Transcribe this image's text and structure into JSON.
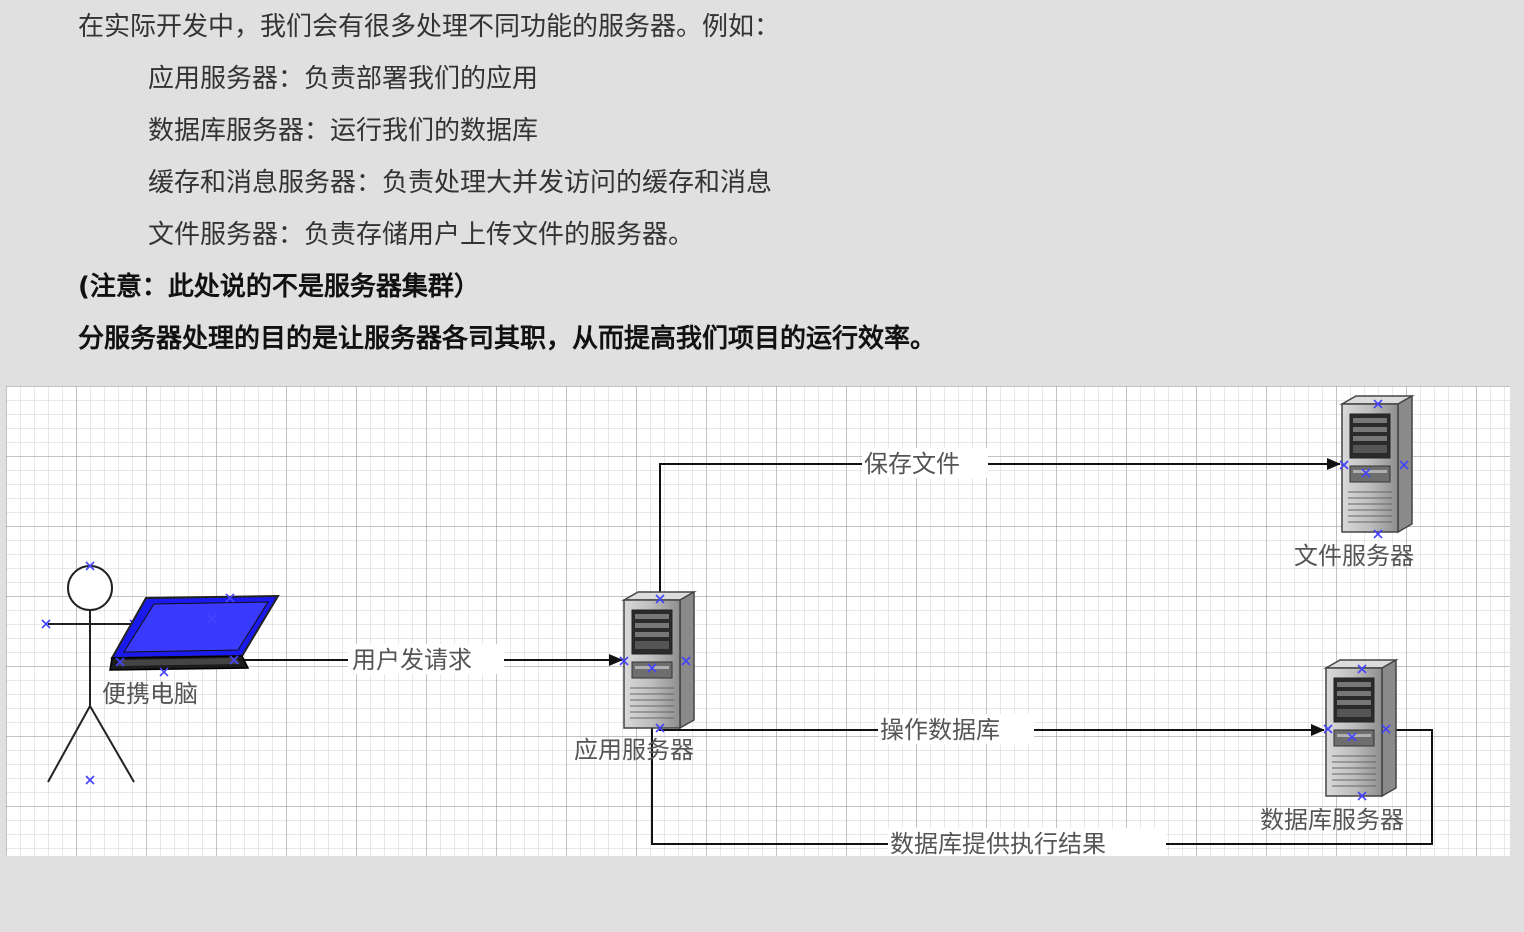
{
  "intro": {
    "heading": "在实际开发中，我们会有很多处理不同功能的服务器。例如：",
    "items": [
      "应用服务器：负责部署我们的应用",
      "数据库服务器：运行我们的数据库",
      "缓存和消息服务器：负责处理大并发访问的缓存和消息",
      "文件服务器：负责存储用户上传文件的服务器。"
    ],
    "note": "(注意：此处说的不是服务器集群）",
    "conclusion": "分服务器处理的目的是让服务器各司其职，从而提高我们项目的运行效率。"
  },
  "diagram": {
    "nodes": {
      "laptop": "便携电脑",
      "app_server": "应用服务器",
      "file_server": "文件服务器",
      "db_server": "数据库服务器"
    },
    "edges": {
      "user_request": "用户发请求",
      "save_file": "保存文件",
      "operate_db": "操作数据库",
      "db_result": "数据库提供执行结果"
    },
    "colors": {
      "laptop_screen": "#1a1aee",
      "server_body": "#a8a8a8",
      "marker": "#4444ff",
      "connector": "#111111"
    }
  }
}
